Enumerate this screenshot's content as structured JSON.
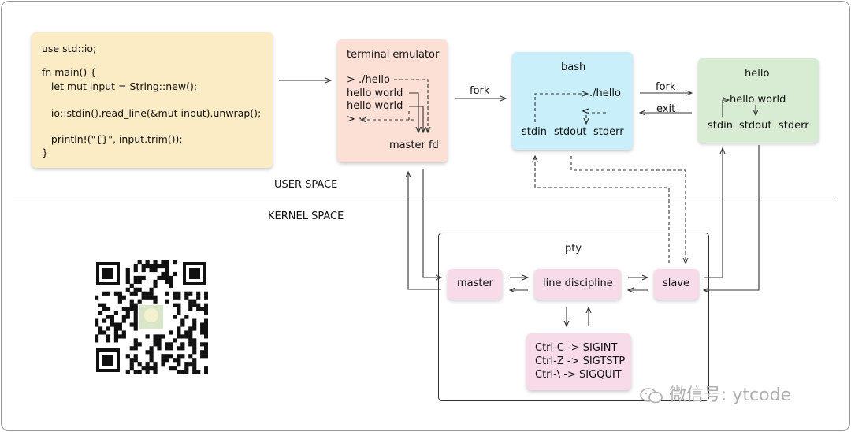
{
  "code_box": {
    "lines": [
      "use std::io;",
      "fn main() {",
      "   let mut input = String::new();",
      "   io::stdin().read_line(&mut input).unwrap();",
      "   println!(\"{}\", input.trim());",
      "}"
    ]
  },
  "terminal": {
    "title": "terminal emulator",
    "line1": "> ./hello",
    "line2": "hello world",
    "line3": "hello world",
    "line4": "> ·",
    "fd": "master fd"
  },
  "bash": {
    "title": "bash",
    "cmd": "./hello",
    "lt": "<",
    "stdin": "stdin",
    "stdout": "stdout",
    "stderr": "stderr"
  },
  "hello": {
    "title": "hello",
    "output": "hello world",
    "stdin": "stdin",
    "stdout": "stdout",
    "stderr": "stderr"
  },
  "labels": {
    "fork1": "fork",
    "fork2": "fork",
    "exit": "exit",
    "user_space": "USER SPACE",
    "kernel_space": "KERNEL SPACE"
  },
  "pty": {
    "title": "pty",
    "master": "master",
    "line_discipline": "line discipline",
    "slave": "slave",
    "signals": [
      "Ctrl-C -> SIGINT",
      "Ctrl-Z -> SIGTSTP",
      "Ctrl-\\  -> SIGQUIT"
    ]
  },
  "watermark": "微信号: ytcode",
  "colors": {
    "code_bg": "#fbecc6",
    "terminal_bg": "#fce0d6",
    "bash_bg": "#c9effb",
    "hello_bg": "#d7ecd3",
    "pty_box_bg": "#f7dbe8"
  }
}
